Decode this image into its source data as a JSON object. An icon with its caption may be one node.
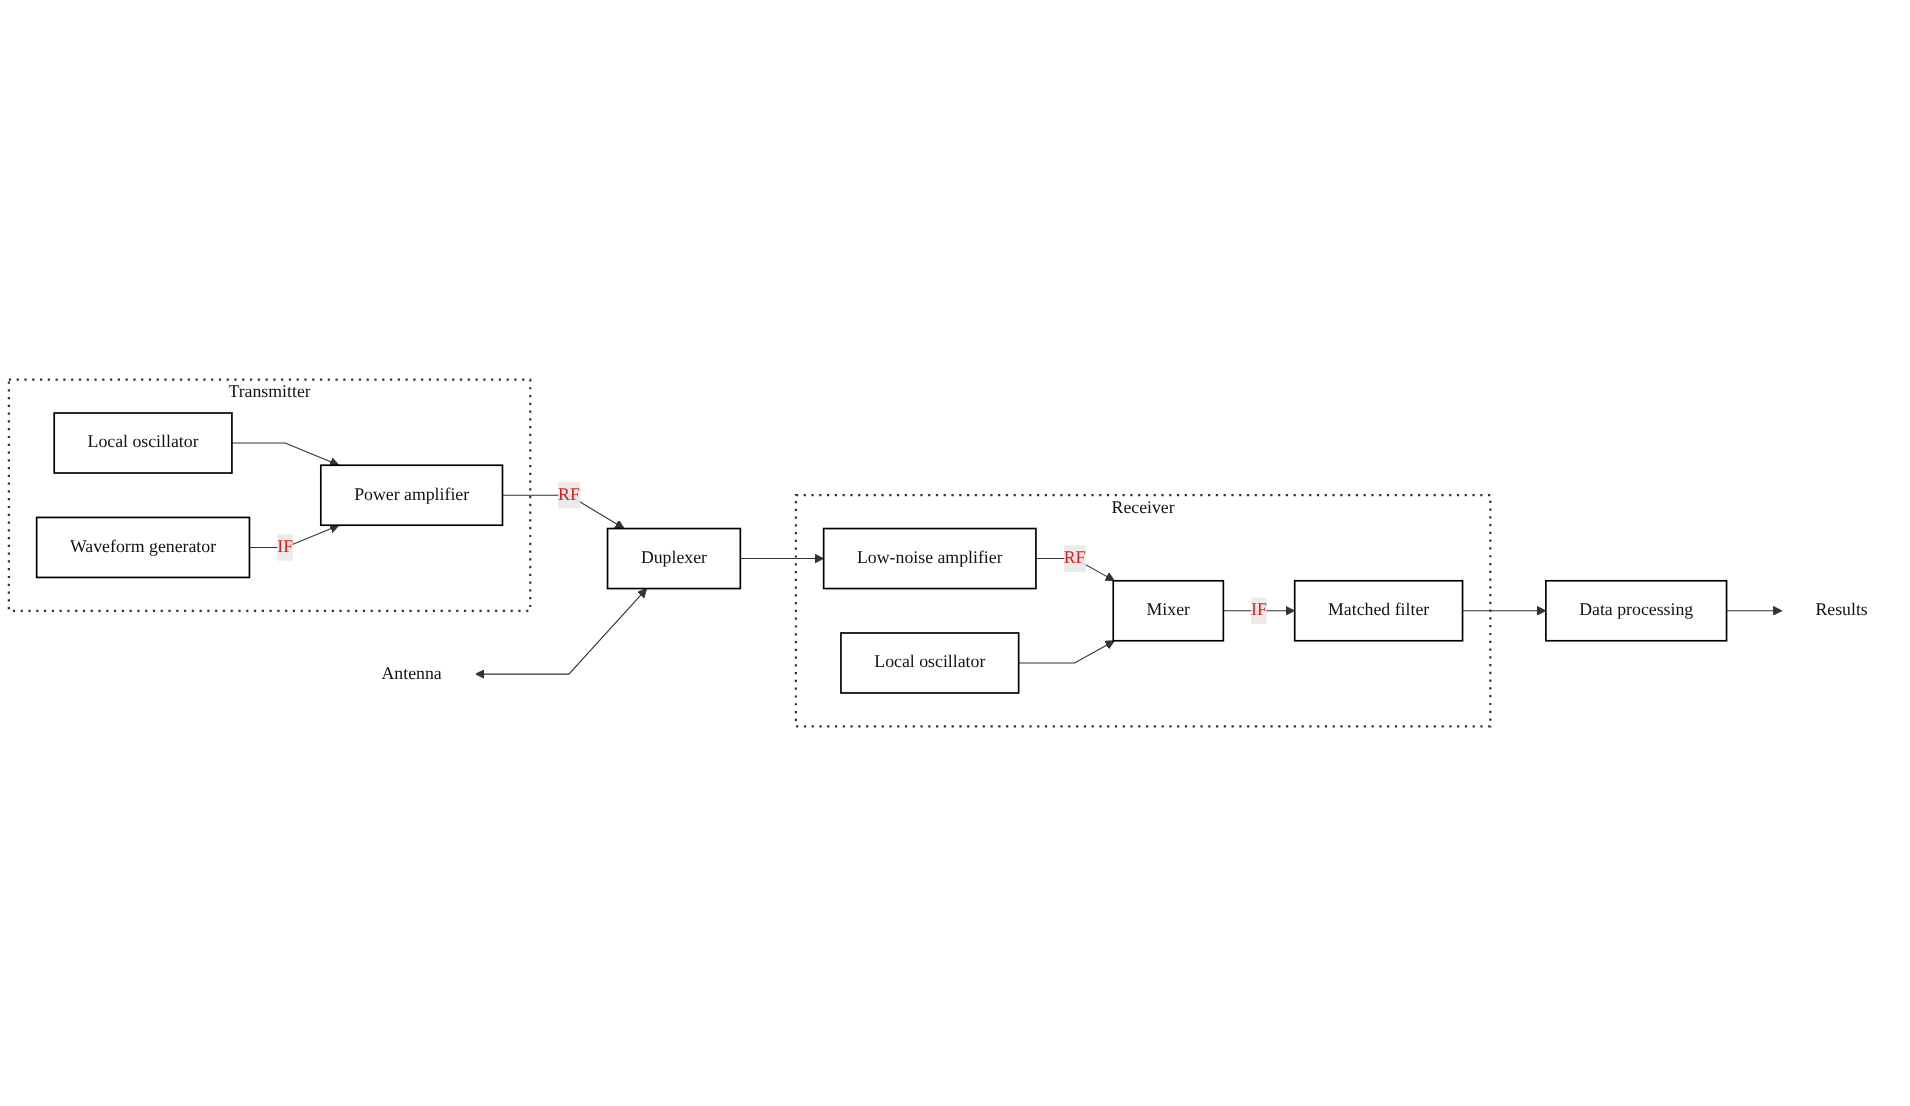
{
  "diagram": {
    "nodes": [
      {
        "text": [
          "Transmitter"
        ]
      },
      {
        "text": [
          "Local oscillator"
        ],
        "in": 0
      },
      {
        "text": [
          "Power amplifier"
        ],
        "in": 0
      },
      {
        "text": [
          "Waveform generator"
        ],
        "in": 0
      },
      {
        "text": [
          "Antenna"
        ]
      },
      {
        "text": [
          "Duplexer"
        ]
      },
      {
        "text": [
          "Receiver"
        ]
      },
      {
        "text": [
          "Low-noise amplifier"
        ],
        "in": 6
      },
      {
        "text": [
          "Local oscillator"
        ],
        "in": 6
      },
      {
        "text": [
          "Mixer"
        ],
        "in": 6
      },
      {
        "text": [
          "Matched filter"
        ],
        "in": 6
      },
      {
        "text": [
          "Data processing"
        ]
      },
      {
        "text": [
          "Results"
        ]
      }
    ],
    "edges": [
      {
        "from": 1,
        "to": 2,
        "arrow": "to"
      },
      {
        "from": 3,
        "to": 2,
        "arrow": "to",
        "label": "IF"
      },
      {
        "from": 2,
        "to": 5,
        "arrow": "to",
        "label": "RF"
      },
      {
        "from": 4,
        "to": 5,
        "arrow": "both"
      },
      {
        "from": 5,
        "to": 7,
        "arrow": "to"
      },
      {
        "from": 7,
        "to": 9,
        "arrow": "to",
        "label": "RF"
      },
      {
        "from": 8,
        "to": 9,
        "arrow": "to"
      },
      {
        "from": 9,
        "to": 10,
        "arrow": "to",
        "label": "IF"
      },
      {
        "from": 10,
        "to": 11,
        "arrow": "to"
      },
      {
        "from": 11,
        "to": 12,
        "arrow": "to"
      }
    ]
  }
}
